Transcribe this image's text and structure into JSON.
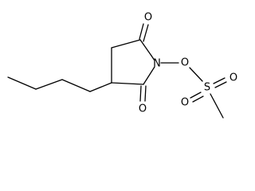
{
  "molecule": {
    "atom_labels": {
      "carbonyl_oxygen_top": "O",
      "ring_nitrogen": "N",
      "linking_oxygen": "O",
      "sulfur": "S",
      "sulfonyl_oxygen_right": "O",
      "sulfonyl_oxygen_bottom": "O",
      "carbonyl_oxygen_bottom": "O"
    }
  }
}
